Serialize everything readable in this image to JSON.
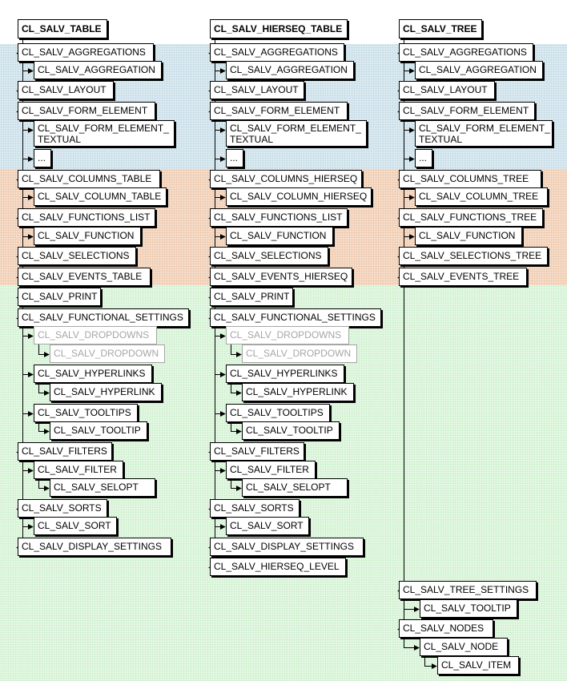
{
  "columns": [
    {
      "root": "CL_SALV_TABLE",
      "aggregations": "CL_SALV_AGGREGATIONS",
      "aggregation": "CL_SALV_AGGREGATION",
      "layout": "CL_SALV_LAYOUT",
      "form_element": "CL_SALV_FORM_ELEMENT",
      "form_element_textual": "CL_SALV_FORM_ELEMENT_ TEXTUAL",
      "more": "...",
      "columns": "CL_SALV_COLUMNS_TABLE",
      "column": "CL_SALV_COLUMN_TABLE",
      "functions": "CL_SALV_FUNCTIONS_LIST",
      "function": "CL_SALV_FUNCTION",
      "selections": "CL_SALV_SELECTIONS",
      "events": "CL_SALV_EVENTS_TABLE",
      "print": "CL_SALV_PRINT",
      "functional_settings": "CL_SALV_FUNCTIONAL_SETTINGS",
      "dropdowns": "CL_SALV_DROPDOWNS",
      "dropdown": "CL_SALV_DROPDOWN",
      "hyperlinks": "CL_SALV_HYPERLINKS",
      "hyperlink": "CL_SALV_HYPERLINK",
      "tooltips": "CL_SALV_TOOLTIPS",
      "tooltip": "CL_SALV_TOOLTIP",
      "filters": "CL_SALV_FILTERS",
      "filter": "CL_SALV_FILTER",
      "selopt": "CL_SALV_SELOPT",
      "sorts": "CL_SALV_SORTS",
      "sort": "CL_SALV_SORT",
      "display_settings": "CL_SALV_DISPLAY_SETTINGS"
    },
    {
      "root": "CL_SALV_HIERSEQ_TABLE",
      "aggregations": "CL_SALV_AGGREGATIONS",
      "aggregation": "CL_SALV_AGGREGATION",
      "layout": "CL_SALV_LAYOUT",
      "form_element": "CL_SALV_FORM_ELEMENT",
      "form_element_textual": "CL_SALV_FORM_ELEMENT_ TEXTUAL",
      "more": "...",
      "columns": "CL_SALV_COLUMNS_HIERSEQ",
      "column": "CL_SALV_COLUMN_HIERSEQ",
      "functions": "CL_SALV_FUNCTIONS_LIST",
      "function": "CL_SALV_FUNCTION",
      "selections": "CL_SALV_SELECTIONS",
      "events": "CL_SALV_EVENTS_HIERSEQ",
      "print": "CL_SALV_PRINT",
      "functional_settings": "CL_SALV_FUNCTIONAL_SETTINGS",
      "dropdowns": "CL_SALV_DROPDOWNS",
      "dropdown": "CL_SALV_DROPDOWN",
      "hyperlinks": "CL_SALV_HYPERLINKS",
      "hyperlink": "CL_SALV_HYPERLINK",
      "tooltips": "CL_SALV_TOOLTIPS",
      "tooltip": "CL_SALV_TOOLTIP",
      "filters": "CL_SALV_FILTERS",
      "filter": "CL_SALV_FILTER",
      "selopt": "CL_SALV_SELOPT",
      "sorts": "CL_SALV_SORTS",
      "sort": "CL_SALV_SORT",
      "display_settings": "CL_SALV_DISPLAY_SETTINGS",
      "hierseq_level": "CL_SALV_HIERSEQ_LEVEL"
    },
    {
      "root": "CL_SALV_TREE",
      "aggregations": "CL_SALV_AGGREGATIONS",
      "aggregation": "CL_SALV_AGGREGATION",
      "layout": "CL_SALV_LAYOUT",
      "form_element": "CL_SALV_FORM_ELEMENT",
      "form_element_textual": "CL_SALV_FORM_ELEMENT_ TEXTUAL",
      "more": "...",
      "columns": "CL_SALV_COLUMNS_TREE",
      "column": "CL_SALV_COLUMN_TREE",
      "functions": "CL_SALV_FUNCTIONS_TREE",
      "function": "CL_SALV_FUNCTION",
      "selections": "CL_SALV_SELECTIONS_TREE",
      "events": "CL_SALV_EVENTS_TREE",
      "tree_settings": "CL_SALV_TREE_SETTINGS",
      "tooltip": "CL_SALV_TOOLTIP",
      "nodes": "CL_SALV_NODES",
      "node": "CL_SALV_NODE",
      "item": "CL_SALV_ITEM"
    }
  ]
}
